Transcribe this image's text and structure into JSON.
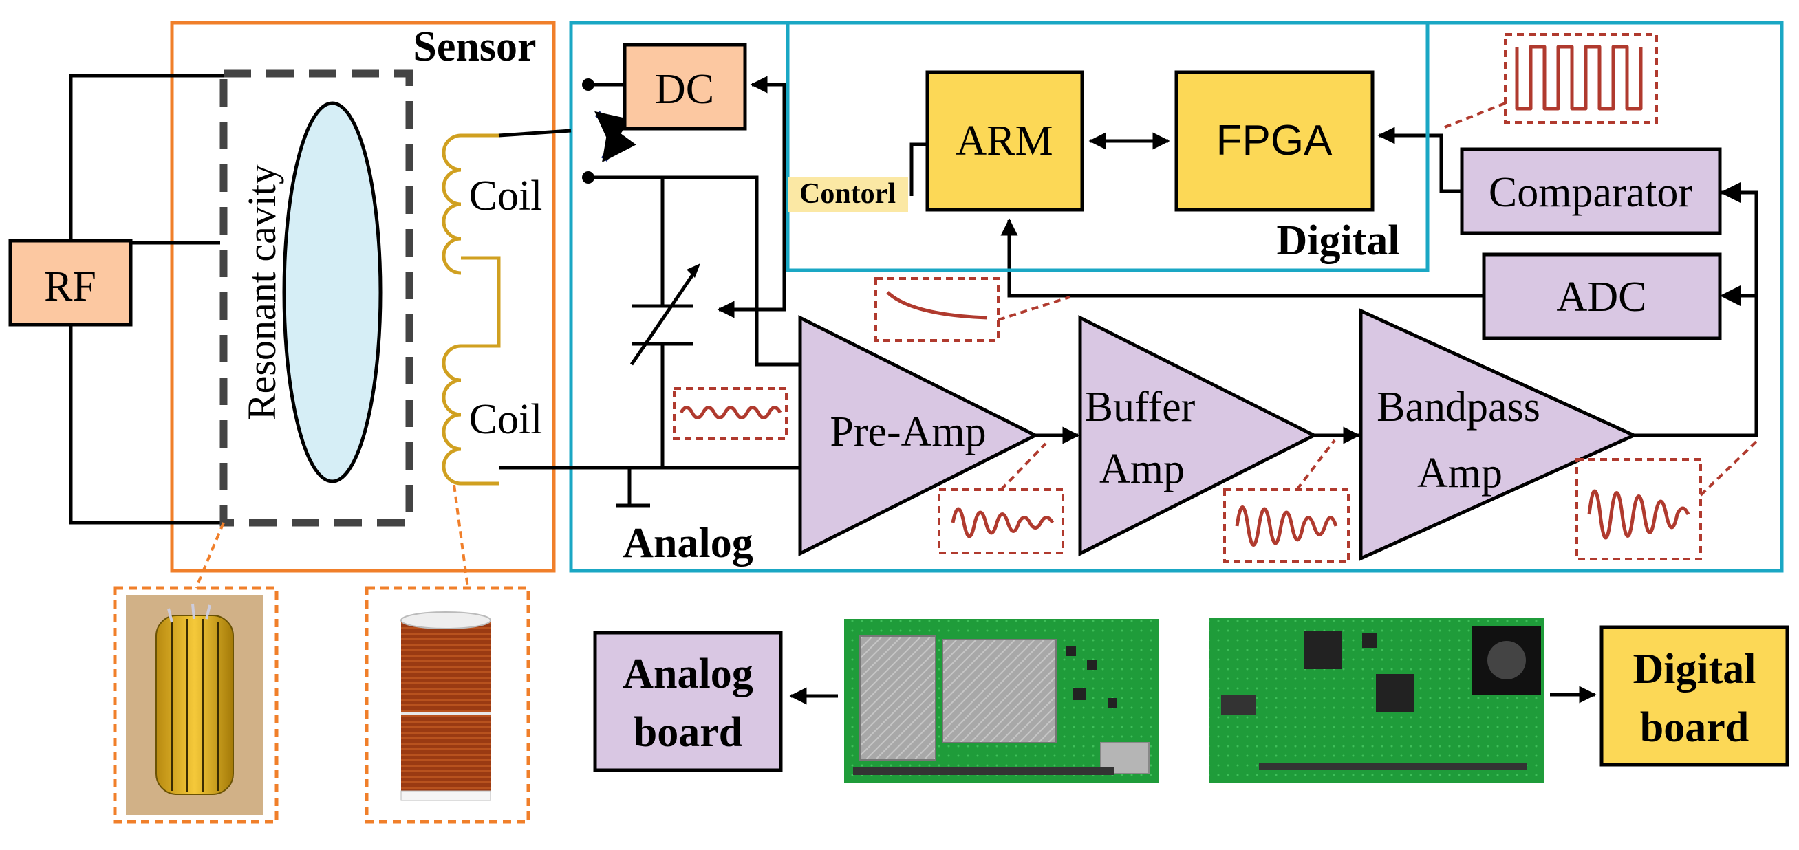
{
  "labels": {
    "rf": "RF",
    "sensor": "Sensor",
    "resonant_cavity": "Resonant cavity",
    "coil_top": "Coil",
    "coil_bottom": "Coil",
    "dc": "DC",
    "arm": "ARM",
    "fpga": "FPGA",
    "control": "Contorl",
    "digital": "Digital",
    "comparator": "Comparator",
    "adc": "ADC",
    "pre_amp": "Pre-Amp",
    "buffer_amp_1": "Buffer",
    "buffer_amp_2": "Amp",
    "bandpass_amp_1": "Bandpass",
    "bandpass_amp_2": "Amp",
    "analog": "Analog",
    "analog_board_1": "Analog",
    "analog_board_2": "board",
    "digital_board_1": "Digital",
    "digital_board_2": "board"
  },
  "colors": {
    "rf_dc_fill": "#fcc8a1",
    "digital_block_fill": "#fcd856",
    "analog_block_fill": "#d9c7e3",
    "sensor_border": "#f07f2a",
    "analog_border": "#1aa7c4",
    "coil": "#d0a020",
    "cavity_fill": "#d6eef6",
    "signal_wave": "#b03a2e",
    "control_label_fill": "#fbe8a4",
    "pcb_green": "#1f9c3a"
  },
  "icons": [
    "switch-arrow-icon",
    "variable-capacitor-icon",
    "ground-icon",
    "cavity-photo",
    "coil-photo",
    "analog-pcb-photo",
    "digital-pcb-photo"
  ]
}
